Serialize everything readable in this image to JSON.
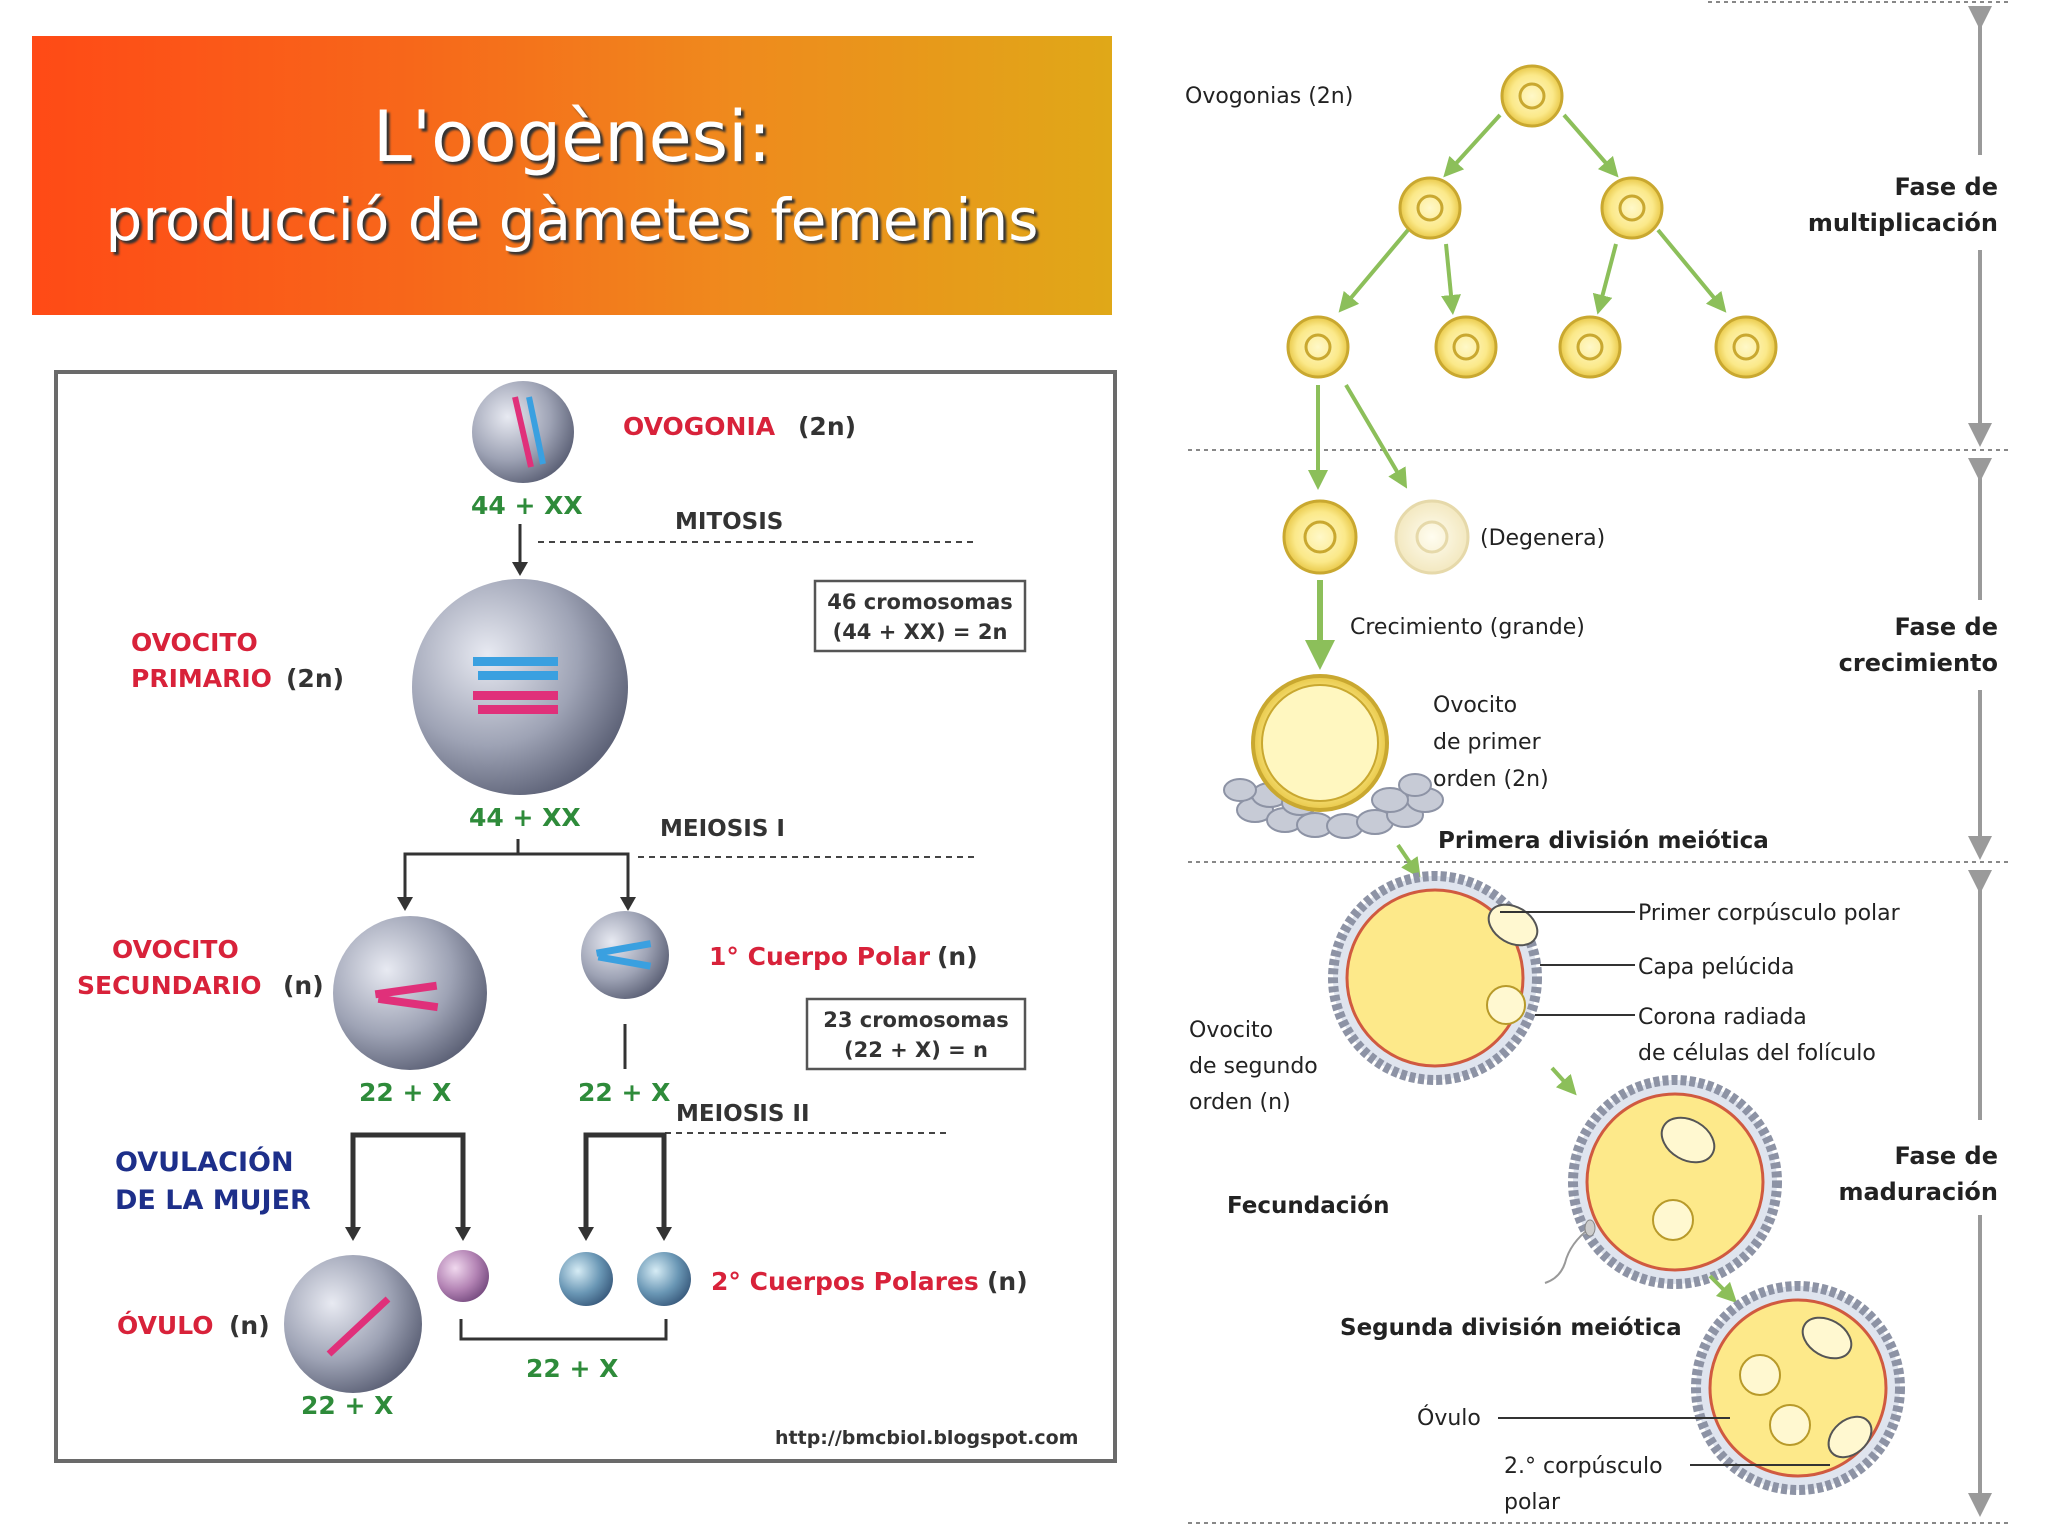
{
  "title": {
    "line1": "L'oogènesi:",
    "line2": "producció de gàmetes femenins"
  },
  "left_diagram": {
    "ovogonia": {
      "name": "OVOGONIA",
      "ploidy": "(2n)",
      "karyotype": "44 + XX"
    },
    "mitosis": "MITOSIS",
    "box1": {
      "line1": "46 cromosomas",
      "line2": "(44 + XX) = 2n"
    },
    "ovocito_primario": {
      "line1": "OVOCITO",
      "line2": "PRIMARIO",
      "ploidy": "(2n)",
      "karyotype": "44 + XX"
    },
    "meiosis1": "MEIOSIS   I",
    "ovocito_secundario": {
      "line1": "OVOCITO",
      "line2": "SECUNDARIO",
      "ploidy": "(n)",
      "karyotype": "22 + X"
    },
    "cuerpo_polar1": {
      "name": "1° Cuerpo Polar",
      "ploidy": "(n)",
      "karyotype": "22 + X"
    },
    "box2": {
      "line1": "23 cromosomas",
      "line2": "(22 + X) = n"
    },
    "meiosis2": "MEIOSIS   II",
    "ovulacion": {
      "line1": "OVULACIÓN",
      "line2": "DE LA MUJER"
    },
    "ovulo": {
      "name": "ÓVULO",
      "ploidy": "(n)",
      "karyotype": "22 + X"
    },
    "cuerpos_polares2": {
      "name": "2° Cuerpos Polares",
      "ploidy": "(n)",
      "karyotype": "22 + X"
    },
    "source": "http://bmcbiol.blogspot.com"
  },
  "right_diagram": {
    "ovogonias": "Ovogonias (2n)",
    "degenera": "(Degenera)",
    "crecimiento": "Crecimiento (grande)",
    "ovocito_primer_orden": {
      "line1": "Ovocito",
      "line2": "de primer",
      "line3": "orden (2n)"
    },
    "primera_division": "Primera división meiótica",
    "primer_corpusculo": "Primer corpúsculo polar",
    "capa_pelucida": "Capa pelúcida",
    "corona_radiada": {
      "line1": "Corona radiada",
      "line2": "de células del folículo"
    },
    "ovocito_segundo_orden": {
      "line1": "Ovocito",
      "line2": "de segundo",
      "line3": "orden (n)"
    },
    "fecundacion": "Fecundación",
    "segunda_division": "Segunda división meiótica",
    "ovulo": "Óvulo",
    "segundo_corpusculo": {
      "line1": "2.° corpúsculo",
      "line2": "polar"
    },
    "fases": [
      {
        "line1": "Fase de",
        "line2": "multiplicación"
      },
      {
        "line1": "Fase de",
        "line2": "crecimiento"
      },
      {
        "line1": "Fase de",
        "line2": "maduración"
      }
    ]
  },
  "colors": {
    "label_red": "#d8223a",
    "label_blue": "#1d2f8a",
    "karyotype_green": "#2e8b3a",
    "arrow_green": "#8cbf5a",
    "cell_yellow": "#fbe98a"
  }
}
